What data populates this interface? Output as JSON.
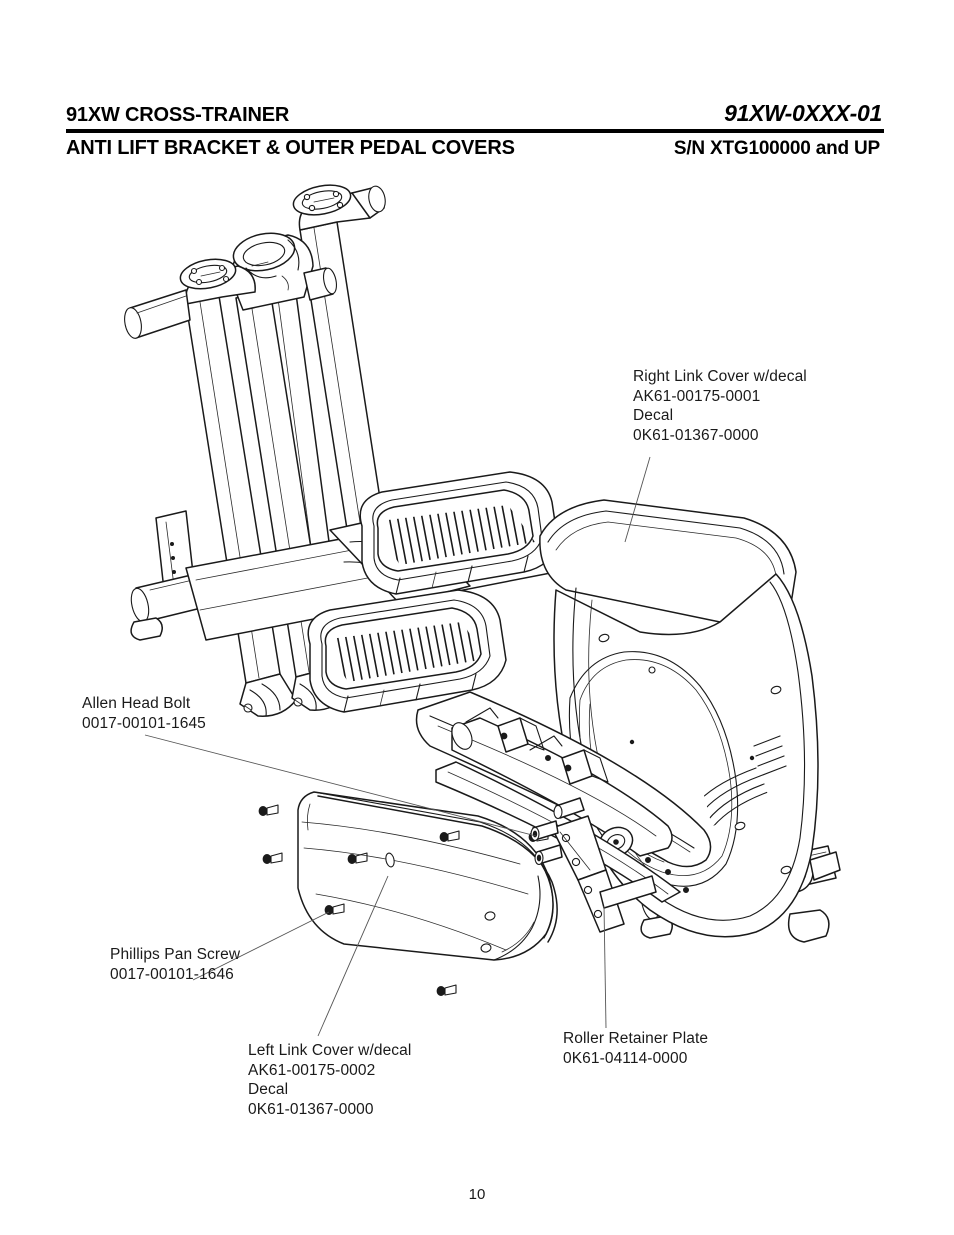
{
  "header": {
    "model_name": "91XW CROSS-TRAINER",
    "part_number": "91XW-0XXX-01",
    "section_title": "ANTI LIFT BRACKET & OUTER PEDAL COVERS",
    "serial_range": "S/N XTG100000 and UP"
  },
  "callouts": [
    {
      "id": "right-link-cover",
      "line1": "Right Link Cover w/decal",
      "line2": "AK61-00175-0001",
      "line3": "Decal",
      "line4": "0K61-01367-0000"
    },
    {
      "id": "allen-head-bolt",
      "line1": "Allen Head Bolt",
      "line2": "0017-00101-1645"
    },
    {
      "id": "phillips-pan-screw",
      "line1": "Phillips Pan Screw",
      "line2": "0017-00101-1646"
    },
    {
      "id": "left-link-cover",
      "line1": "Left Link Cover w/decal",
      "line2": "AK61-00175-0002",
      "line3": "Decal",
      "line4": "0K61-01367-0000"
    },
    {
      "id": "roller-retainer-plate",
      "line1": "Roller Retainer Plate",
      "line2": "0K61-04114-0000"
    }
  ],
  "footer": {
    "page_number": "10"
  },
  "illustration": {
    "alt": "Isometric exploded line drawing of an elliptical cross-trainer showing upper arm tubes, foot pedals, rear flywheel shroud, link arm with roller retainer plate, and detached left link cover with mounting screws",
    "line_color": "#1a1a1a"
  }
}
